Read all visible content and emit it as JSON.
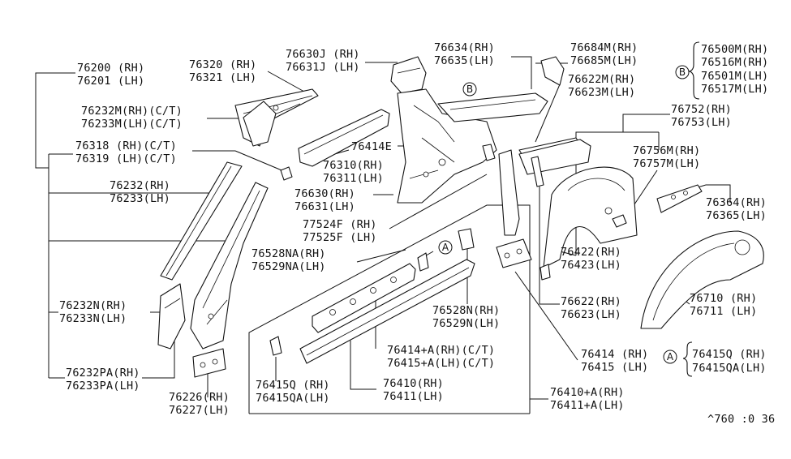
{
  "labels": {
    "p76200": "76200 (RH)",
    "p76201": "76201 (LH)",
    "p76320": "76320 (RH)",
    "p76321": "76321 (LH)",
    "p76630J": "76630J (RH)",
    "p76631J": "76631J (LH)",
    "p76634": "76634(RH)",
    "p76635": "76635(LH)",
    "p76684M": "76684M(RH)",
    "p76685M": "76685M(LH)",
    "p76500M": "76500M(RH)",
    "p76516M": "76516M(RH)",
    "p76501M": "76501M(LH)",
    "p76517M": "76517M(LH)",
    "p76232M": "76232M(RH)(C/T)",
    "p76233M": "76233M(LH)(C/T)",
    "p76622M": "76622M(RH)",
    "p76623M": "76623M(LH)",
    "p76752": "76752(RH)",
    "p76753": "76753(LH)",
    "p76318": "76318 (RH)(C/T)",
    "p76319": "76319 (LH)(C/T)",
    "p76414E": "76414E",
    "p76310": "76310(RH)",
    "p76311": "76311(LH)",
    "p76756M": "76756M(RH)",
    "p76757M": "76757M(LH)",
    "p76232": "76232(RH)",
    "p76233": "76233(LH)",
    "p76630": "76630(RH)",
    "p76631": "76631(LH)",
    "p76364": "76364(RH)",
    "p76365": "76365(LH)",
    "p77524F": "77524F (RH)",
    "p77525F": "77525F (LH)",
    "p76528NA": "76528NA(RH)",
    "p76529NA": "76529NA(LH)",
    "p76422": "76422(RH)",
    "p76423": "76423(LH)",
    "p76232N": "76232N(RH)",
    "p76233N": "76233N(LH)",
    "p76622": "76622(RH)",
    "p76623": "76623(LH)",
    "p76528N": "76528N(RH)",
    "p76529N": "76529N(LH)",
    "p76710": "76710 (RH)",
    "p76711": "76711 (LH)",
    "p76414A": "76414+A(RH)(C/T)",
    "p76415A": "76415+A(LH)(C/T)",
    "p76414": "76414 (RH)",
    "p76415": "76415 (LH)",
    "p76415Q_r": "76415Q  (RH)",
    "p76415QA_r": "76415QA(LH)",
    "p76232PA": "76232PA(RH)",
    "p76233PA": "76233PA(LH)",
    "p76415Q_b": "76415Q  (RH)",
    "p76415QA_b": "76415QA(LH)",
    "p76410": "76410(RH)",
    "p76411": "76411(LH)",
    "p76226": "76226(RH)",
    "p76227": "76227(LH)",
    "p76410A": "76410+A(RH)",
    "p76411A": "76411+A(LH)",
    "ref": "^760 :0 36"
  },
  "callouts": {
    "a": "A",
    "b": "B"
  },
  "colors": {
    "ink": "#111111",
    "background": "#ffffff"
  }
}
